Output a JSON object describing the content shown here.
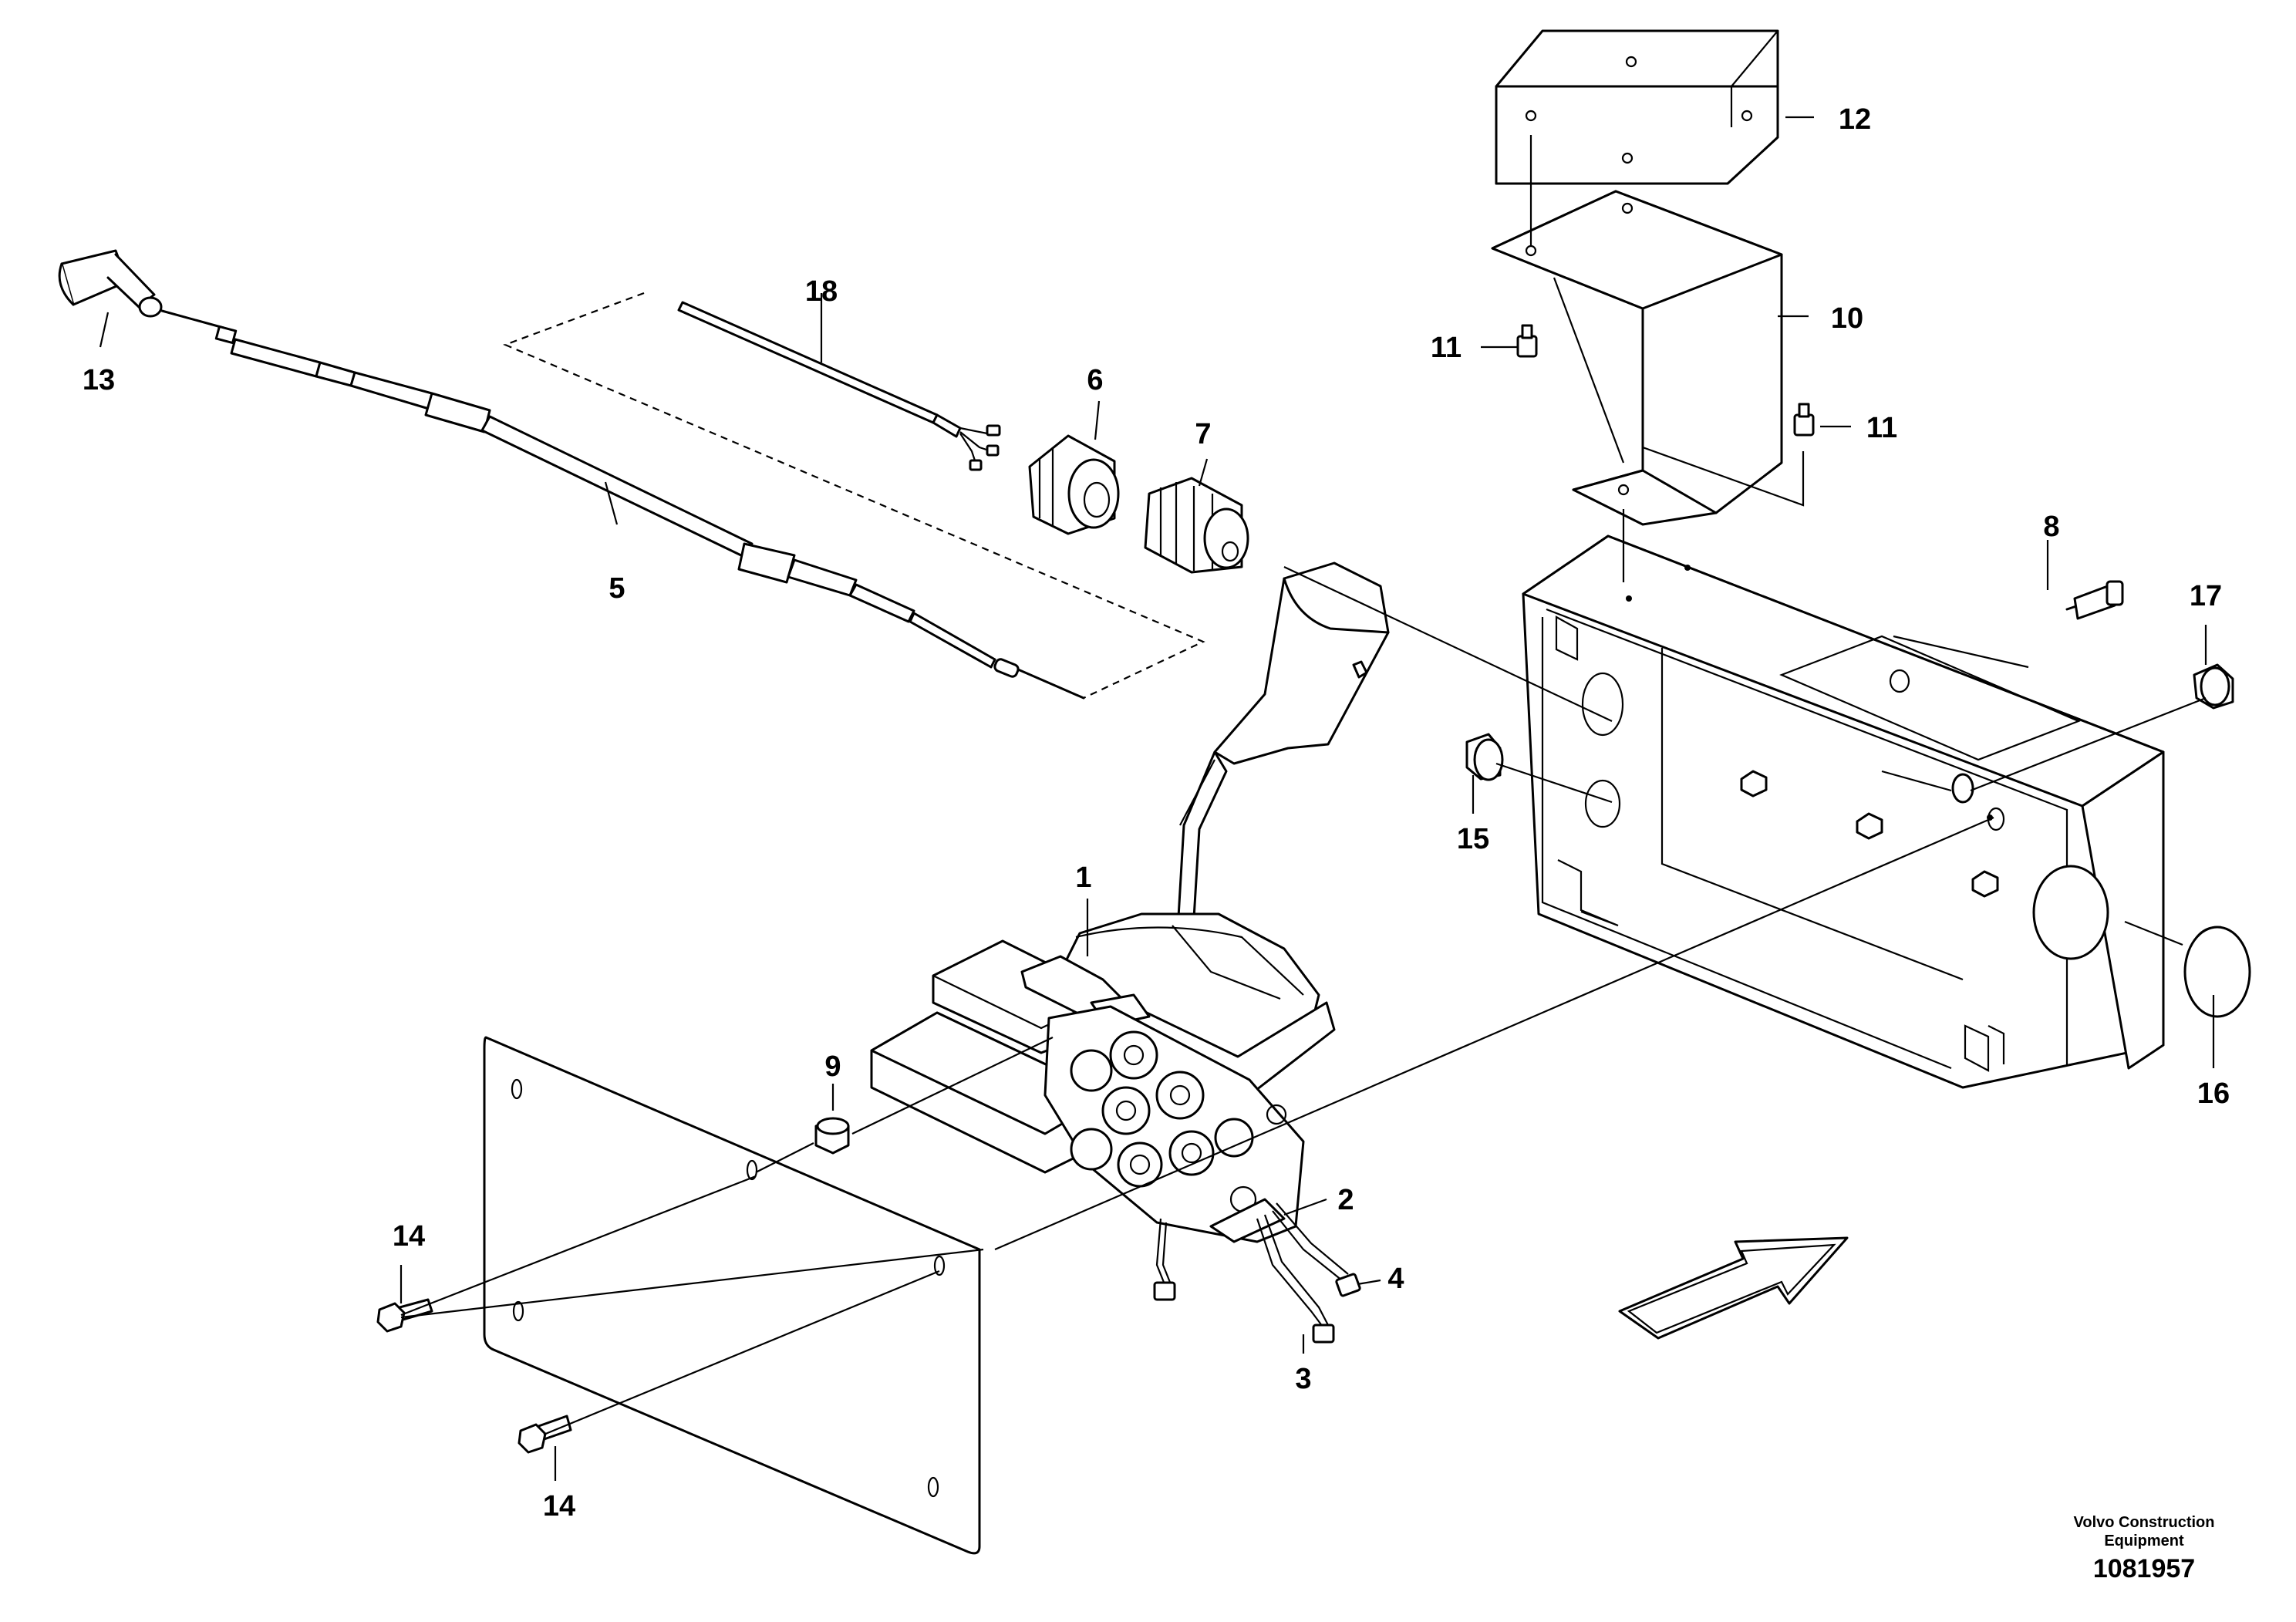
{
  "diagram": {
    "callouts": [
      {
        "id": "1",
        "label": "1"
      },
      {
        "id": "2",
        "label": "2"
      },
      {
        "id": "3",
        "label": "3"
      },
      {
        "id": "4",
        "label": "4"
      },
      {
        "id": "5",
        "label": "5"
      },
      {
        "id": "6",
        "label": "6"
      },
      {
        "id": "7",
        "label": "7"
      },
      {
        "id": "8",
        "label": "8"
      },
      {
        "id": "9",
        "label": "9"
      },
      {
        "id": "10",
        "label": "10"
      },
      {
        "id": "11a",
        "label": "11"
      },
      {
        "id": "11b",
        "label": "11"
      },
      {
        "id": "12",
        "label": "12"
      },
      {
        "id": "13",
        "label": "13"
      },
      {
        "id": "14a",
        "label": "14"
      },
      {
        "id": "14b",
        "label": "14"
      },
      {
        "id": "15",
        "label": "15"
      },
      {
        "id": "16",
        "label": "16"
      },
      {
        "id": "17",
        "label": "17"
      },
      {
        "id": "18",
        "label": "18"
      }
    ],
    "footer": {
      "brand_line1": "Volvo Construction",
      "brand_line2": "Equipment",
      "doc_number": "1081957"
    },
    "colors": {
      "line": "#000000",
      "background": "#ffffff"
    }
  }
}
